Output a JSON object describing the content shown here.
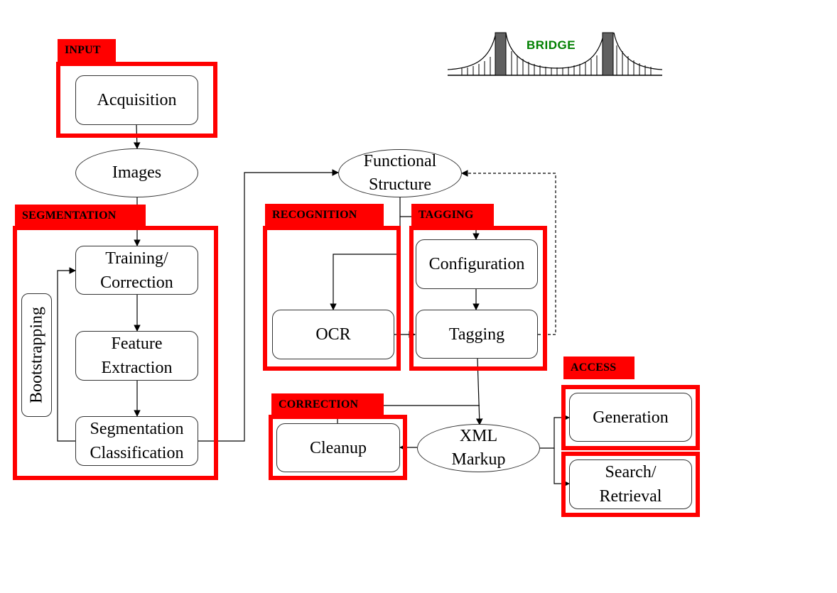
{
  "colors": {
    "group_red": "#ff0000",
    "bridge_label": "#008000",
    "bridge_tower": "#606060",
    "line": "#000000"
  },
  "bridge": {
    "label": "BRIDGE"
  },
  "groups": {
    "input": {
      "label": "INPUT"
    },
    "segmentation": {
      "label": "SEGMENTATION"
    },
    "recognition": {
      "label": "RECOGNITION"
    },
    "tagging": {
      "label": "TAGGING"
    },
    "correction": {
      "label": "CORRECTION"
    },
    "access": {
      "label": "ACCESS"
    }
  },
  "nodes": {
    "acquisition": "Acquisition",
    "images": "Images",
    "training_correction": "Training/\nCorrection",
    "feature_extraction": "Feature\nExtraction",
    "segmentation_classification": "Segmentation\nClassification",
    "bootstrapping": "Bootstrapping",
    "functional_structure": "Functional\nStructure",
    "ocr": "OCR",
    "configuration": "Configuration",
    "tagging": "Tagging",
    "xml_markup": "XML\nMarkup",
    "cleanup": "Cleanup",
    "generation": "Generation",
    "search_retrieval": "Search/\nRetrieval"
  },
  "edges": [
    {
      "from": "Acquisition",
      "to": "Images",
      "style": "solid"
    },
    {
      "from": "Images",
      "to": "Training/Correction",
      "style": "solid"
    },
    {
      "from": "Training/Correction",
      "to": "Feature Extraction",
      "style": "solid"
    },
    {
      "from": "Feature Extraction",
      "to": "Segmentation Classification",
      "style": "solid"
    },
    {
      "from": "Segmentation Classification",
      "to": "Training/Correction",
      "style": "solid",
      "label": "Bootstrapping"
    },
    {
      "from": "Segmentation Classification",
      "to": "Functional Structure",
      "style": "solid"
    },
    {
      "from": "Functional Structure",
      "to": "OCR",
      "style": "solid"
    },
    {
      "from": "Functional Structure",
      "to": "Configuration",
      "style": "solid"
    },
    {
      "from": "Configuration",
      "to": "Tagging",
      "style": "solid"
    },
    {
      "from": "OCR",
      "to": "Tagging",
      "style": "solid"
    },
    {
      "from": "Tagging",
      "to": "Functional Structure",
      "style": "dashed"
    },
    {
      "from": "Tagging",
      "to": "XML Markup",
      "style": "solid"
    },
    {
      "from": "Cleanup",
      "to": "XML Markup",
      "style": "solid"
    },
    {
      "from": "XML Markup",
      "to": "Cleanup",
      "style": "solid"
    },
    {
      "from": "XML Markup",
      "to": "Generation",
      "style": "solid"
    },
    {
      "from": "XML Markup",
      "to": "Search/Retrieval",
      "style": "solid"
    }
  ]
}
